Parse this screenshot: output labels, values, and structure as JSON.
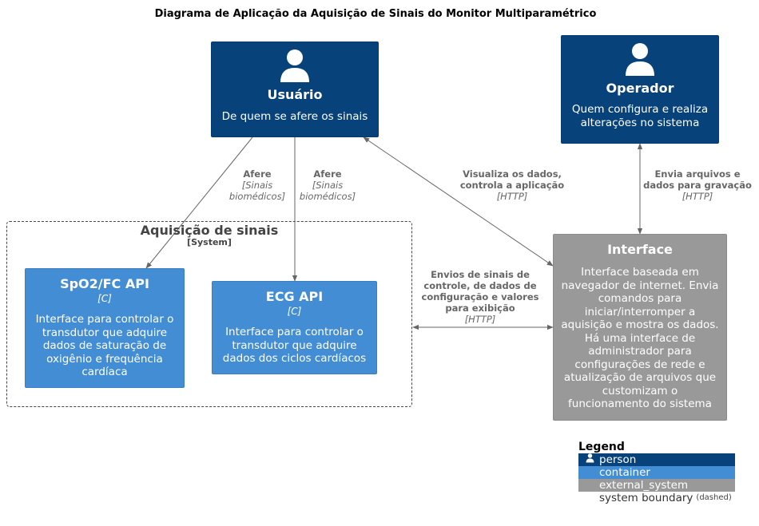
{
  "title": "Diagrama de Aplicação da Aquisição de Sinais do Monitor Multiparamétrico",
  "nodes": {
    "usuario": {
      "name": "Usuário",
      "description": "De quem se afere os sinais"
    },
    "operador": {
      "name": "Operador",
      "description": "Quem configura e realiza alterações no sistema"
    },
    "spo2": {
      "name": "SpO2/FC API",
      "technology": "[C]",
      "description": "Interface para controlar o transdutor que adquire dados de saturação de oxigênio e frequência cardíaca"
    },
    "ecg": {
      "name": "ECG API",
      "technology": "[C]",
      "description": "Interface para controlar o transdutor que adquire dados dos ciclos cardíacos"
    },
    "interface": {
      "name": "Interface",
      "description": "Interface baseada em navegador de internet. Envia comandos para iniciar/interromper a aquisição e mostra os dados. Há uma interface de administrador para configurações de rede e atualização de arquivos que customizam o funcionamento do sistema"
    }
  },
  "boundary": {
    "name": "Aquisição de sinais",
    "type": "[System]"
  },
  "relations": [
    {
      "from": "usuario",
      "to": "spo2",
      "label": "Afere",
      "protocol": "[Sinais biomédicos]"
    },
    {
      "from": "usuario",
      "to": "ecg",
      "label": "Afere",
      "protocol": "[Sinais biomédicos]"
    },
    {
      "from": "interface",
      "to": "usuario",
      "label": "Visualiza os dados, controla a aplicação",
      "protocol": "[HTTP]"
    },
    {
      "from": "operador",
      "to": "interface",
      "label": "Envia arquivos e dados para gravação",
      "protocol": "[HTTP]"
    },
    {
      "from": "boundary",
      "to": "interface",
      "label": "Envios de sinais de controle, de dados de configuração e valores para exibição",
      "protocol": "[HTTP]"
    }
  ],
  "legend": {
    "title": "Legend",
    "items": [
      {
        "label": "person",
        "icon": "person-icon"
      },
      {
        "label": "container",
        "icon": "container-icon"
      },
      {
        "label": "external_system",
        "icon": "external-icon"
      },
      {
        "label": "system boundary",
        "note": "(dashed)",
        "icon": "boundary-icon"
      }
    ]
  },
  "colors": {
    "person": "#08427b",
    "container": "#438dd5",
    "external_system": "#999999",
    "arrow": "#666666"
  }
}
